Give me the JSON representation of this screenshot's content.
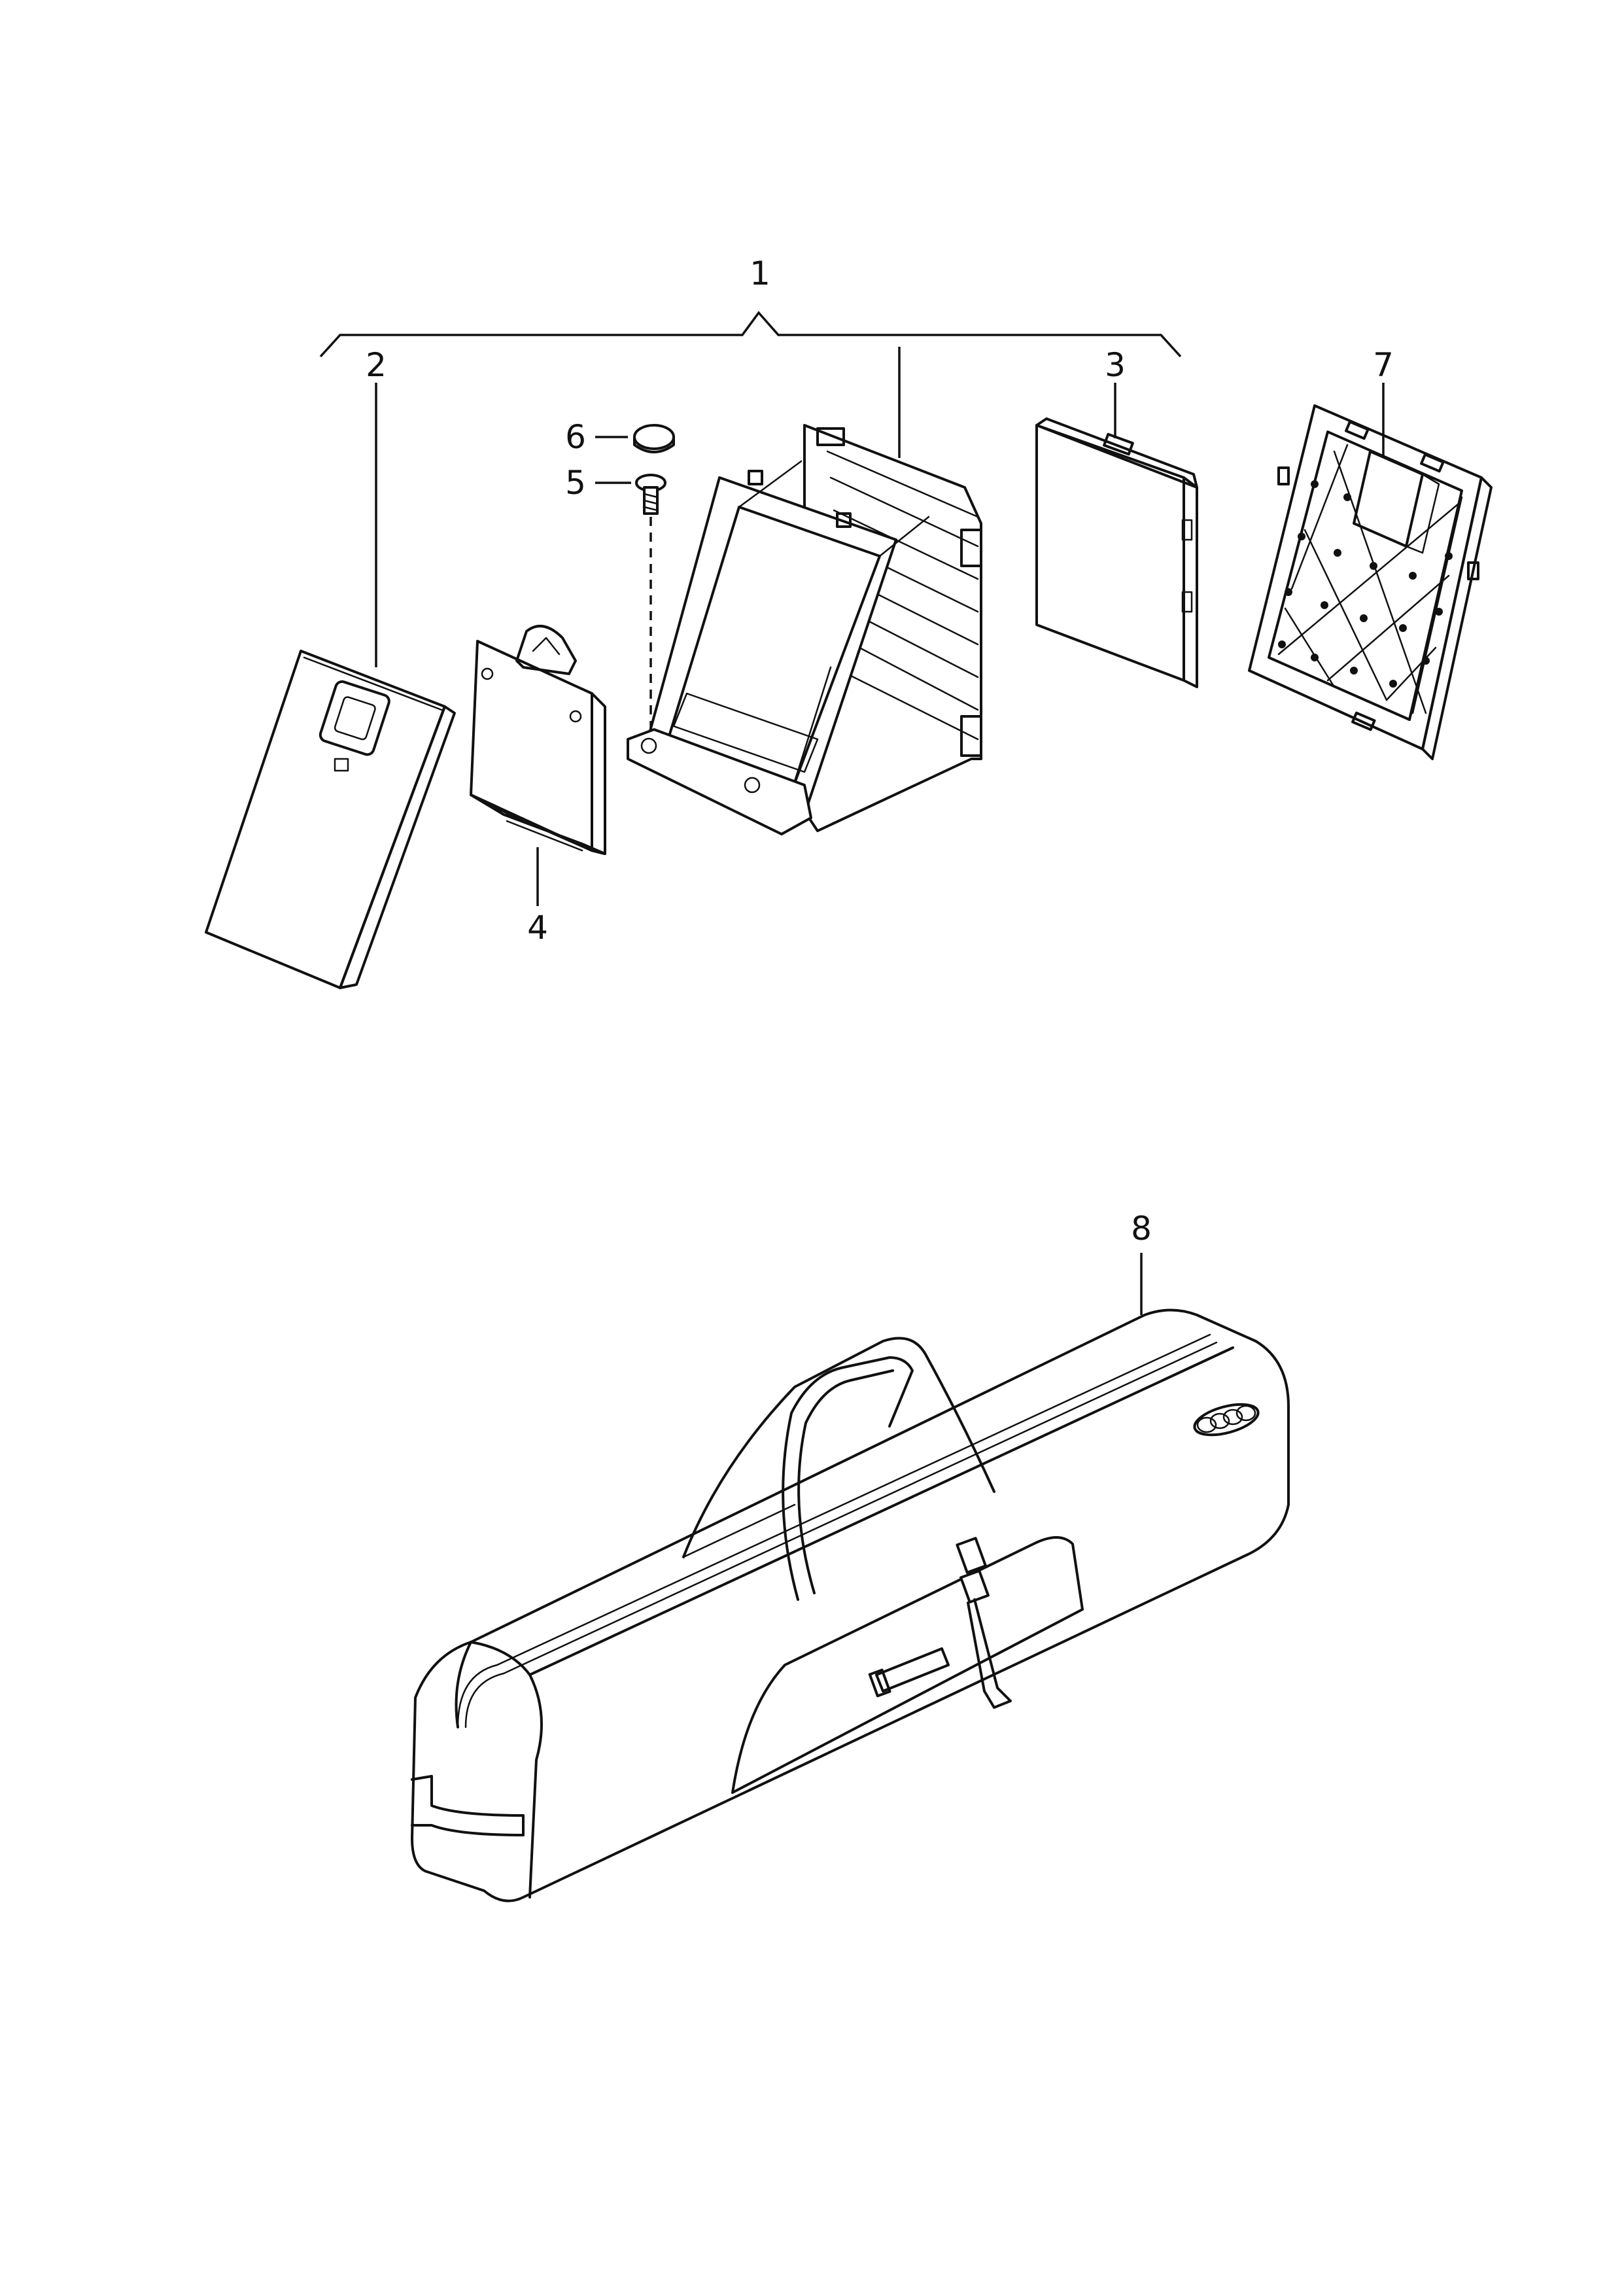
{
  "callouts": {
    "c1": "1",
    "c2": "2",
    "c3": "3",
    "c4": "4",
    "c5": "5",
    "c6": "6",
    "c7": "7",
    "c8": "8"
  },
  "parts": [
    {
      "id": "1",
      "icon": "storage-compartment-assembly"
    },
    {
      "id": "2",
      "icon": "cover-flap"
    },
    {
      "id": "3",
      "icon": "cover-panel"
    },
    {
      "id": "4",
      "icon": "lid-with-latch"
    },
    {
      "id": "5",
      "icon": "screw"
    },
    {
      "id": "6",
      "icon": "cap"
    },
    {
      "id": "7",
      "icon": "net-frame"
    },
    {
      "id": "8",
      "icon": "ski-bag"
    }
  ],
  "colors": {
    "line": "#111111",
    "background": "#ffffff"
  }
}
